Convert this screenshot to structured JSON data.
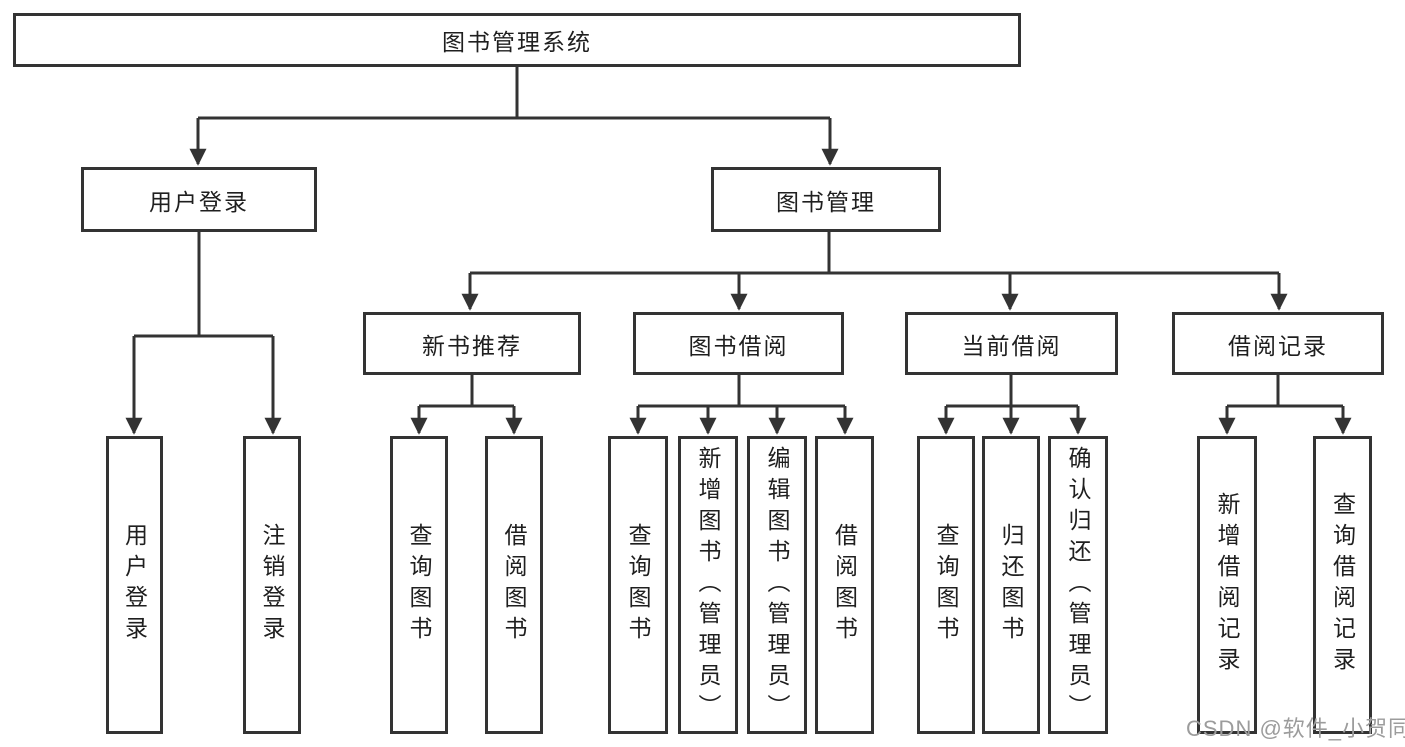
{
  "tree": {
    "root": "图书管理系统",
    "children": [
      {
        "label": "用户登录",
        "children": [
          {
            "label": "用户登录"
          },
          {
            "label": "注销登录"
          }
        ]
      },
      {
        "label": "图书管理",
        "children": [
          {
            "label": "新书推荐",
            "children": [
              {
                "label": "查询图书"
              },
              {
                "label": "借阅图书"
              }
            ]
          },
          {
            "label": "图书借阅",
            "children": [
              {
                "label": "查询图书"
              },
              {
                "label": "新增图书（管理员）"
              },
              {
                "label": "编辑图书（管理员）"
              },
              {
                "label": "借阅图书"
              }
            ]
          },
          {
            "label": "当前借阅",
            "children": [
              {
                "label": "查询图书"
              },
              {
                "label": "归还图书"
              },
              {
                "label": "确认归还（管理员）"
              }
            ]
          },
          {
            "label": "借阅记录",
            "children": [
              {
                "label": "新增借阅记录"
              },
              {
                "label": "查询借阅记录"
              }
            ]
          }
        ]
      }
    ]
  },
  "watermark": "CSDN @软件_小贺同学",
  "colors": {
    "line": "#333333",
    "box_border": "#333333",
    "text": "#1f1f1f",
    "watermark": "#9c9c9c",
    "background": "#ffffff"
  }
}
